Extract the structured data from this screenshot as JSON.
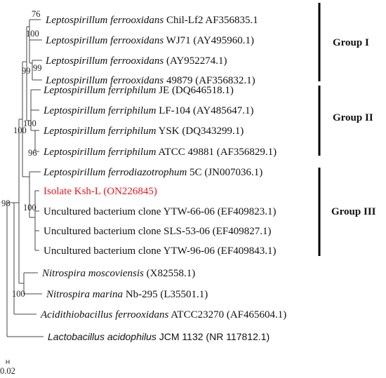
{
  "taxa": [
    {
      "genus": "Leptospirillum ferrooxidans",
      "rest": " Chil-Lf2 AF356835.1",
      "italic": true
    },
    {
      "genus": "Leptospirillum ferrooxidans",
      "rest": " WJ71 (AY495960.1)",
      "italic": true
    },
    {
      "genus": "Leptospirillum ferrooxidans",
      "rest": " (AY952274.1)",
      "italic": true
    },
    {
      "genus": "Leptospirillum ferrooxidans",
      "rest": " 49879 (AF356832.1)",
      "italic": true
    },
    {
      "genus": "Leptospirillum ferriphilum",
      "rest": " JE (DQ646518.1)",
      "italic": true
    },
    {
      "genus": "Leptospirillum ferriphilum",
      "rest": " LF-104 (AY485647.1)",
      "italic": true
    },
    {
      "genus": "Leptospirillum ferriphilum",
      "rest": " YSK (DQ343299.1)",
      "italic": true
    },
    {
      "genus": "Leptospirillum ferriphilum",
      "rest": " ATCC 49881 (AF356829.1)",
      "italic": true
    },
    {
      "genus": "Leptospirillum ferrodiazotrophum",
      "rest": " 5C (JN007036.1)",
      "italic": true
    },
    {
      "genus": "",
      "rest": "Isolate Ksh-L (ON226845)",
      "italic": false,
      "color": "#e8151b"
    },
    {
      "genus": "",
      "rest": "Uncultured bacterium clone YTW-66-06 (EF409823.1)",
      "italic": false
    },
    {
      "genus": "",
      "rest": "Uncultured bacterium clone SLS-53-06 (EF409827.1)",
      "italic": false
    },
    {
      "genus": "",
      "rest": "Uncultured bacterium clone YTW-96-06 (EF409843.1)",
      "italic": false
    },
    {
      "genus": "Nitrospira moscoviensis",
      "rest": " (X82558.1)",
      "italic": true
    },
    {
      "genus": "Nitrospira marina",
      "rest": " Nb-295 (L35501.1)",
      "italic": true
    },
    {
      "genus": "Acidithiobacillus ferrooxidans",
      "rest": " ATCC23270 (AF465604.1)",
      "italic": true
    },
    {
      "genus": "Lactobacillus acidophilus",
      "rest": " JCM 1132 (NR 117812.1)",
      "italic": true,
      "sans": true
    }
  ],
  "bootstrap": [
    "76",
    "100",
    "99",
    "99",
    "100",
    "96",
    "100",
    "100",
    "98",
    "100"
  ],
  "groups": [
    "Group I",
    "Group II",
    "Group III"
  ],
  "scale_label": "0.02",
  "colors": {
    "highlight": "#e8151b",
    "branch": "#444444",
    "bar": "#000000"
  }
}
